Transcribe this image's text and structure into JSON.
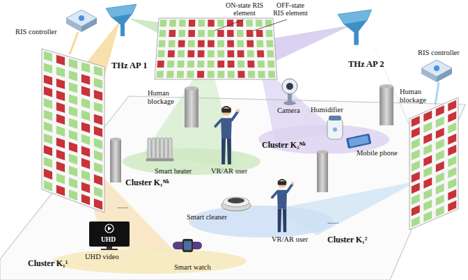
{
  "diagram": {
    "nodes": [
      {
        "text": [
          "Cluster K₁ᴺᵏ",
          "Smart heater",
          "VR/AR user"
        ]
      },
      {
        "text": [
          "Camera",
          "Humidifier",
          "Cluster K₂ᴺᵏ",
          "Mobile phone"
        ]
      },
      {
        "text": [
          "Cluster K₁²",
          "Smart cleaner",
          "VR/AR user"
        ]
      },
      {
        "text": [
          "Cluster K₁¹",
          "UHD video",
          "Smart watch"
        ]
      }
    ],
    "labels": [
      "RIS controller",
      "ON-state RIS element",
      "OFF-state RIS element",
      "THz AP 1",
      "THz AP 2",
      "RIS controller",
      "Human blockage",
      "Human blockage",
      "......",
      "UHD",
      "......"
    ]
  }
}
